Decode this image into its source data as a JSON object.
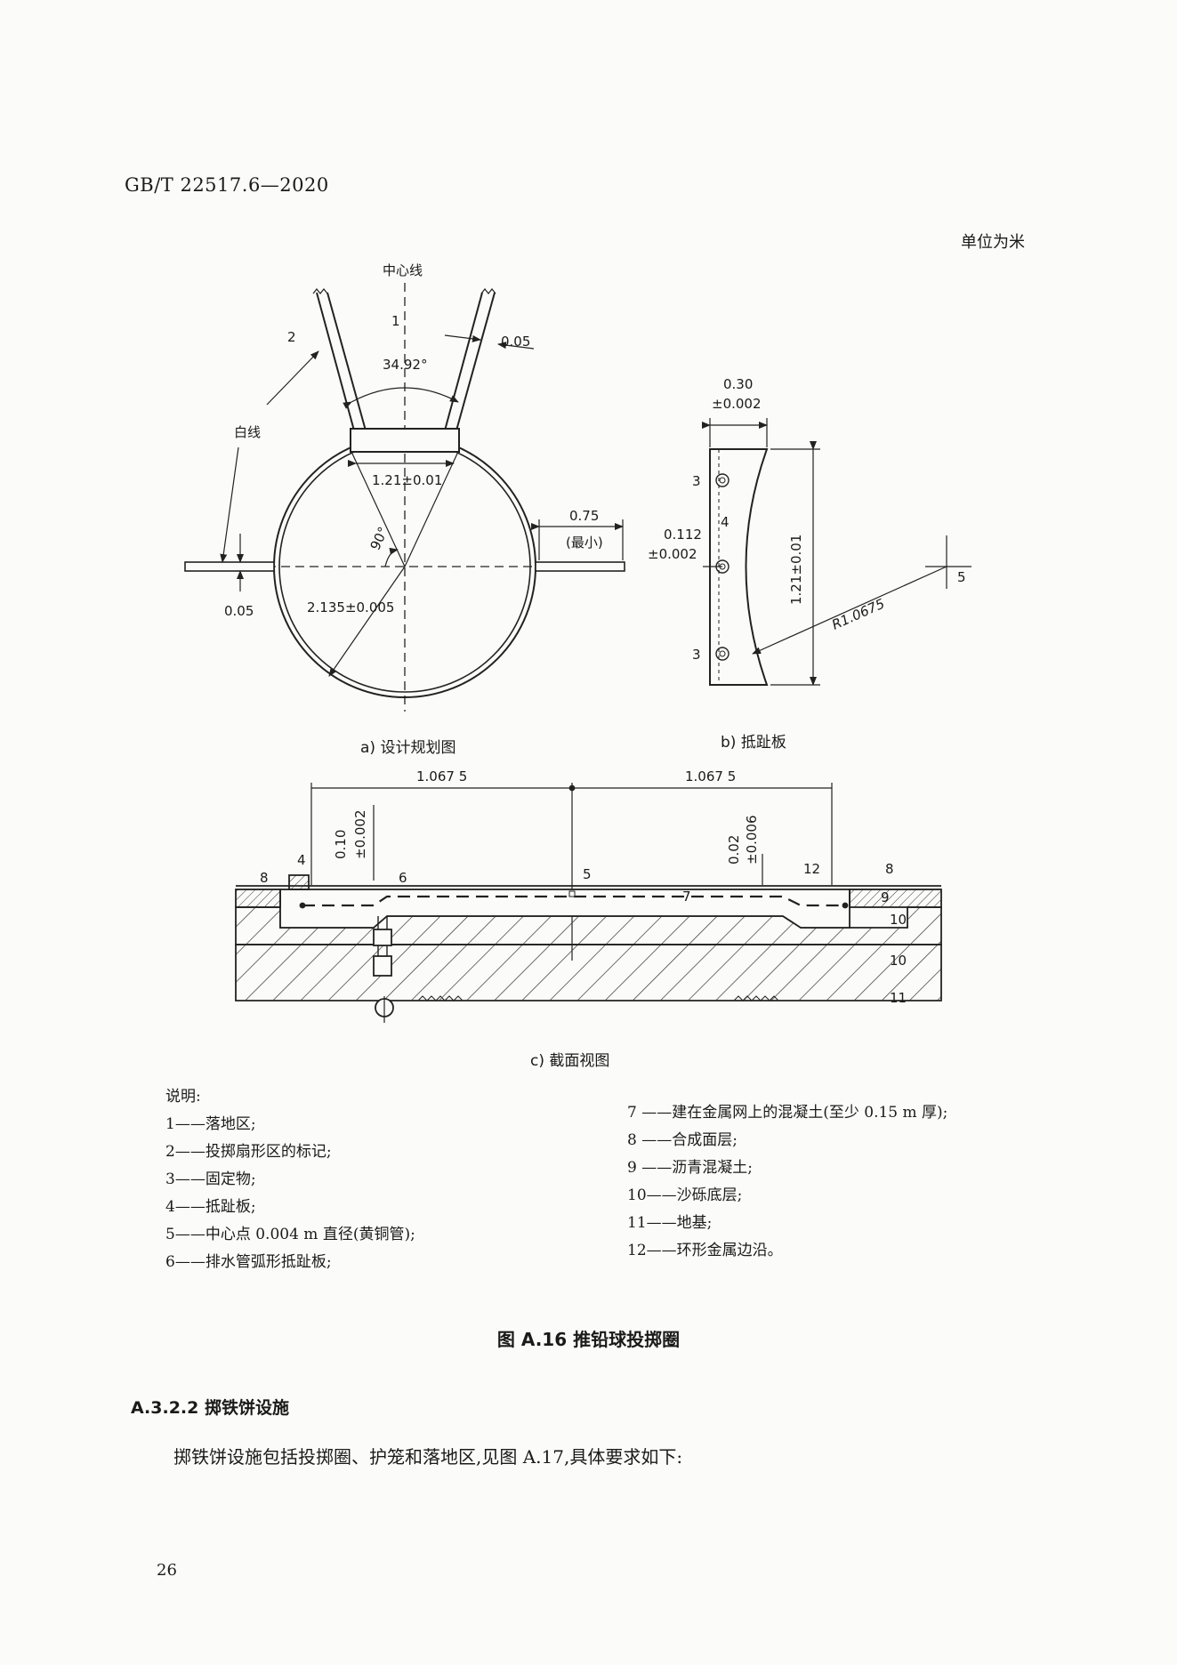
{
  "header": {
    "std_code": "GB/T 22517.6—2020",
    "unit_note": "单位为米"
  },
  "figure_a": {
    "caption": "a)  设计规划图",
    "labels": {
      "center_line": "中心线",
      "n1": "1",
      "n2": "2",
      "white_line": "白线",
      "angle_sector": "34.92°",
      "angle_90": "90°",
      "width_005_top": "0.05",
      "toe_width": "1.21±0.01",
      "diameter": "2.135±0.005",
      "line_075": "0.75",
      "min": "(最小)",
      "width_005_left": "0.05"
    }
  },
  "figure_b": {
    "caption": "b)  抵趾板",
    "labels": {
      "w1": "0.30",
      "w2": "±0.002",
      "o1": "0.112",
      "o2": "±0.002",
      "length": "1.21±0.01",
      "radius": "R1.0675",
      "n3a": "3",
      "n3b": "3",
      "n4": "4",
      "n5": "5"
    }
  },
  "figure_c": {
    "caption": "c)  截面视图",
    "labels": {
      "half_left": "1.067 5",
      "half_right": "1.067 5",
      "h010a": "0.10",
      "h010b": "±0.002",
      "h002a": "0.02",
      "h002b": "±0.006",
      "n4": "4",
      "n5": "5",
      "n6": "6",
      "n7": "7",
      "n8a": "8",
      "n8b": "8",
      "n9": "9",
      "n10a": "10",
      "n10b": "10",
      "n11": "11",
      "n12": "12"
    }
  },
  "legend": {
    "title": "说明:",
    "left": [
      "1——落地区;",
      "2——投掷扇形区的标记;",
      "3——固定物;",
      "4——抵趾板;",
      "5——中心点 0.004 m 直径(黄铜管);",
      "6——排水管弧形抵趾板;"
    ],
    "right": [
      "7 ——建在金属网上的混凝土(至少 0.15 m 厚);",
      "8 ——合成面层;",
      "9 ——沥青混凝土;",
      "10——沙砾底层;",
      "11——地基;",
      "12——环形金属边沿。"
    ]
  },
  "figure_title": "图 A.16  推铅球投掷圈",
  "section": {
    "heading": "A.3.2.2  掷铁饼设施",
    "paragraph": "掷铁饼设施包括投掷圈、护笼和落地区,见图 A.17,具体要求如下:"
  },
  "page_number": "26"
}
